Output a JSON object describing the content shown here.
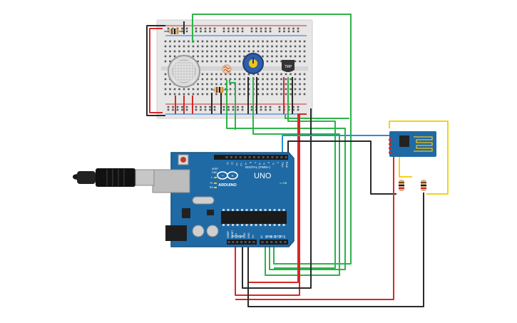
{
  "arduino": {
    "brand": "ARDUINO",
    "model": "UNO",
    "digital_label": "DIGITAL (PWM~)",
    "power_label": "POWER",
    "analog_label": "ANALOG IN",
    "tx_label": "TX",
    "rx_label": "RX",
    "l_label": "L",
    "on_label": "ON",
    "aref_label": "AREF",
    "gnd_label": "GND",
    "digital_pins": [
      "13",
      "12",
      "~11",
      "~10",
      "~9",
      "8",
      "7",
      "~6",
      "~5",
      "4",
      "~3",
      "2",
      "TX▸1",
      "RX◂0"
    ],
    "power_pins": [
      "IOREF",
      "RESET",
      "3.3V",
      "5V",
      "GND",
      "GND",
      "Vin"
    ],
    "analog_pins": [
      "A0",
      "A1",
      "A2",
      "A3",
      "A4",
      "A5"
    ]
  },
  "components": {
    "temp_sensor_label": "TMP",
    "breadboard_icon": "breadboard",
    "gas_sensor_icon": "gas-sensor",
    "photoresistor_icon": "photoresistor",
    "potentiometer_icon": "potentiometer",
    "wifi_module_icon": "esp8266-wifi-module",
    "usb_cable_icon": "usb-cable"
  },
  "colors": {
    "board": "#1f6aa5",
    "wire_green": "#2db34a",
    "wire_red": "#d62828",
    "wire_black": "#2a2a2a",
    "wire_blue": "#2a8fd6",
    "wire_yellow": "#f2d21b"
  }
}
